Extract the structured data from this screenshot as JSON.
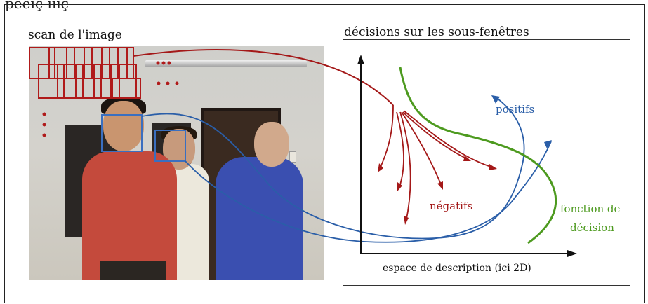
{
  "header": {
    "clipped_title": "pééıç ıııç"
  },
  "left_panel": {
    "title": "scan de l'image",
    "ellipsis_h": "• • •",
    "ellipsis_v": "•\n•\n•"
  },
  "right_panel": {
    "title": "décisions sur les sous-fenêtres",
    "label_positive": "positifs",
    "label_negative": "négatifs",
    "label_decision_line1": "fonction de",
    "label_decision_line2": "décision",
    "x_axis_label": "espace de description (ici 2D)"
  },
  "colors": {
    "scan_red": "#b01a1a",
    "positive_blue": "#2a5ea8",
    "negative_red": "#a41818",
    "decision_green": "#4d9a1f",
    "face_box": "#3a6fc0"
  }
}
